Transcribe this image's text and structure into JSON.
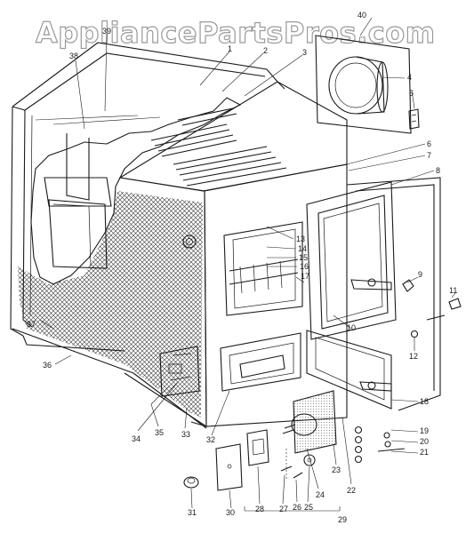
{
  "watermark": "AppliancePartsPros.com",
  "labels": [
    "1",
    "2",
    "3",
    "4",
    "5",
    "6",
    "7",
    "8",
    "9",
    "10",
    "11",
    "12",
    "13",
    "14",
    "15",
    "16",
    "17",
    "18",
    "19",
    "20",
    "21",
    "22",
    "23",
    "24",
    "25",
    "26",
    "27",
    "28",
    "29",
    "30",
    "31",
    "32",
    "33",
    "34",
    "35",
    "36",
    "37",
    "38",
    "39",
    "40"
  ],
  "colors": {
    "ink": "#1a1a1a",
    "watermark": "#9a9a9a",
    "background": "#ffffff"
  }
}
